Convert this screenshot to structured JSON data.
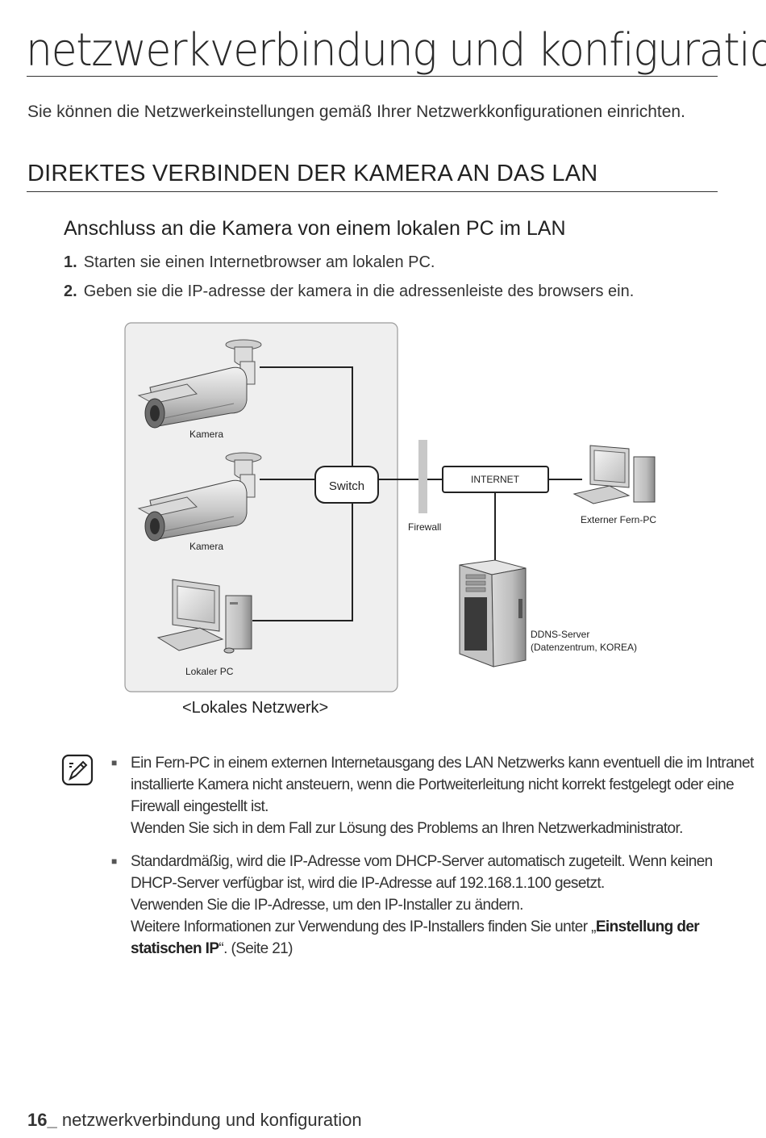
{
  "page": {
    "title": "netzwerkverbindung und konfiguration",
    "intro": "Sie können die Netzwerkeinstellungen gemäß Ihrer Netzwerkkonfigurationen einrichten."
  },
  "section": {
    "heading": "DIREKTES VERBINDEN DER KAMERA AN DAS LAN",
    "subheading": "Anschluss an die Kamera von einem lokalen PC im LAN",
    "steps": [
      {
        "num": "1.",
        "text": "Starten sie einen Internetbrowser am lokalen PC."
      },
      {
        "num": "2.",
        "text": "Geben sie die IP-adresse der kamera in die adressenleiste des browsers ein."
      }
    ]
  },
  "diagram": {
    "camera1_label": "Kamera",
    "camera2_label": "Kamera",
    "local_pc_label": "Lokaler PC",
    "switch_label": "Switch",
    "firewall_label": "Firewall",
    "internet_label": "INTERNET",
    "remote_pc_label": "Externer Fern-PC",
    "ddns_label_1": "DDNS-Server",
    "ddns_label_2": "(Datenzentrum, KOREA)",
    "caption": "<Lokales Netzwerk>"
  },
  "notes": {
    "icon": "note-pencil-icon",
    "items": [
      {
        "lines": [
          "Ein Fern-PC in einem externen Internetausgang des LAN Netzwerks kann eventuell die im Intranet",
          "installierte Kamera nicht ansteuern, wenn die Portweiterleitung nicht korrekt festgelegt oder eine",
          "Firewall eingestellt ist.",
          "Wenden Sie sich in dem Fall zur Lösung des Problems an Ihren Netzwerkadministrator."
        ]
      },
      {
        "lines": [
          "Standardmäßig, wird die IP-Adresse vom DHCP-Server automatisch zugeteilt. Wenn keinen",
          "DHCP-Server verfügbar ist, wird die IP-Adresse auf 192.168.1.100 gesetzt.",
          "Verwenden Sie die IP-Adresse, um den IP-Installer zu ändern."
        ],
        "ref_prefix": "Weitere Informationen zur Verwendung des IP-Installers finden Sie unter „",
        "ref_bold_1": "Einstellung der",
        "ref_bold_2": "statischen IP",
        "ref_suffix": "“. (Seite 21)"
      }
    ]
  },
  "footer": {
    "page_number": "16_",
    "text": " netzwerkverbindung und konfiguration"
  }
}
